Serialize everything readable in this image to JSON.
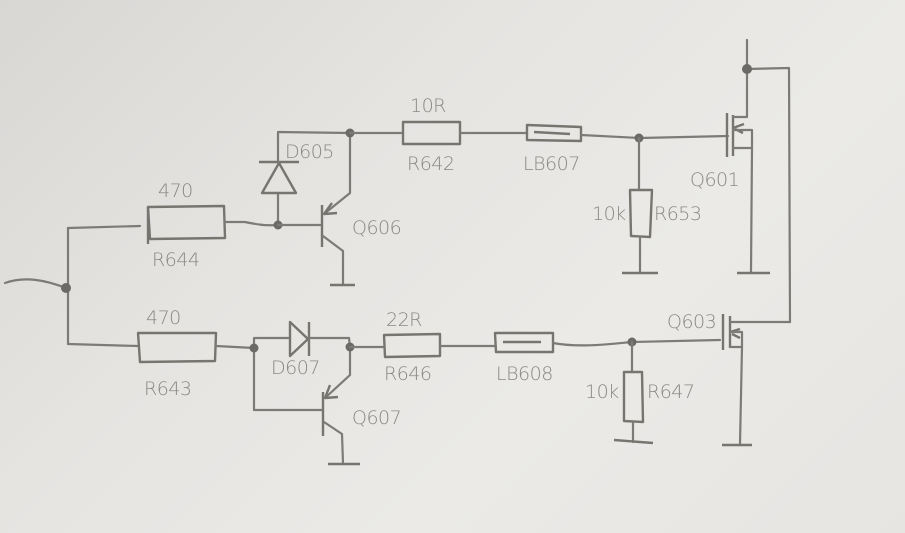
{
  "schematic": {
    "medium": "pencil sketch on paper",
    "ink_color": "#7d7b77",
    "paper_color": "#e6e4e1",
    "components": {
      "r644": {
        "ref": "R644",
        "value": "470"
      },
      "r643": {
        "ref": "R643",
        "value": "470"
      },
      "d605": {
        "ref": "D605"
      },
      "d607": {
        "ref": "D607"
      },
      "q606": {
        "ref": "Q606"
      },
      "q607": {
        "ref": "Q607"
      },
      "r642": {
        "ref": "R642",
        "value": "10R"
      },
      "r646": {
        "ref": "R646",
        "value": "22R"
      },
      "lb607": {
        "ref": "LB607"
      },
      "lb608": {
        "ref": "LB608"
      },
      "r653": {
        "ref": "R653",
        "value": "10k"
      },
      "r647": {
        "ref": "R647",
        "value": "10k"
      },
      "q601": {
        "ref": "Q601"
      },
      "q603": {
        "ref": "Q603"
      }
    }
  }
}
